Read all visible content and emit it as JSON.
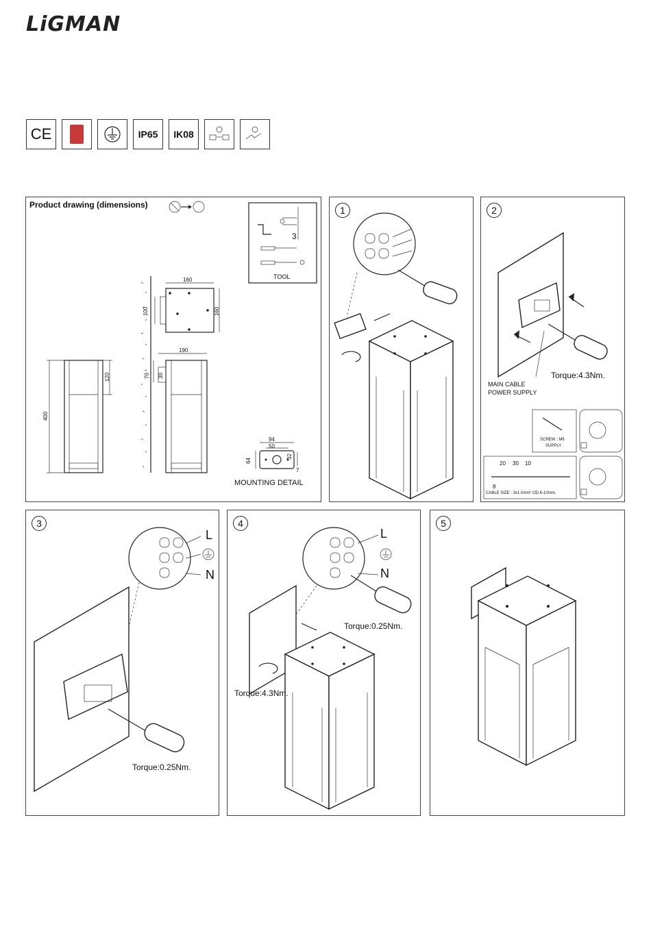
{
  "brand": "LiGMAN",
  "certifications": [
    {
      "label": "CE",
      "icon": "ce-mark-icon"
    },
    {
      "label": "",
      "icon": "certification-badge-icon"
    },
    {
      "label": "",
      "icon": "earth-ground-icon"
    },
    {
      "label": "IP65",
      "icon": "ip65-icon"
    },
    {
      "label": "IK08",
      "icon": "ik08-icon"
    },
    {
      "label": "",
      "icon": "lamp-replaceable-icon"
    },
    {
      "label": "",
      "icon": "driver-replaceable-icon"
    }
  ],
  "product_drawing": {
    "title": "Product drawing (dimensions)",
    "tool_label": "TOOL",
    "tool_dim": "3",
    "dims": {
      "height": "400",
      "top_height": "120",
      "plate_width": "160",
      "plate_height": "160",
      "plate_offset": "100",
      "depth": "190",
      "mount_offset": "70",
      "mount_small": "30"
    },
    "mounting_detail": {
      "label": "MOUNTING DETAIL",
      "w1": "94",
      "w2": "50",
      "h1": "64",
      "h2": "32",
      "hole": "7"
    }
  },
  "step1": {
    "number": "1"
  },
  "step2": {
    "number": "2",
    "torque": "Torque:4.3Nm.",
    "cable_label_1": "MAIN CABLE",
    "cable_label_2": "POWER SUPPLY",
    "screw_label_1": "SCREW : M6",
    "screw_label_2": "SUPPLY",
    "strip": [
      "20",
      "30",
      "10",
      "8"
    ],
    "cable_size": "CABLE SIZE : 3x1.0mm²   OD.6-10mm."
  },
  "step3": {
    "number": "3",
    "live": "L",
    "neutral": "N",
    "torque": "Torque:0.25Nm."
  },
  "step4": {
    "number": "4",
    "live": "L",
    "neutral": "N",
    "torque_small": "Torque:0.25Nm.",
    "torque_large": "Torque:4.3Nm."
  },
  "step5": {
    "number": "5"
  }
}
